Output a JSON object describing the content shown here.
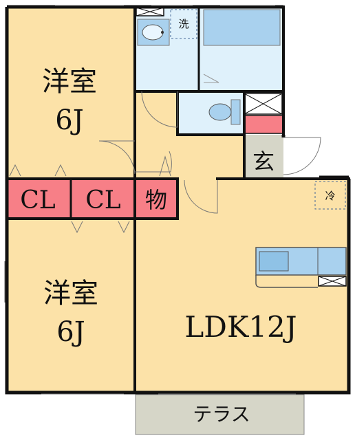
{
  "colors": {
    "wall": "#111111",
    "room": "#fce2a8",
    "wet": "#dff1fb",
    "fixture": "#a9d1ee",
    "closet": "#f77f87",
    "terrace": "#d6d6c8",
    "entry": "#d6d6c8"
  },
  "rooms": {
    "western_room_top": {
      "name": "洋室",
      "size": "6J"
    },
    "western_room_bottom": {
      "name": "洋室",
      "size": "6J"
    },
    "ldk": {
      "name": "LDK12J"
    },
    "closet_left": {
      "name": "CL"
    },
    "closet_mid": {
      "name": "CL"
    },
    "storage": {
      "name": "物"
    },
    "entrance": {
      "name": "玄"
    },
    "terrace": {
      "name": "テラス"
    }
  },
  "fixtures": {
    "washer": {
      "label": "洗"
    },
    "fridge": {
      "label": "冷"
    }
  }
}
